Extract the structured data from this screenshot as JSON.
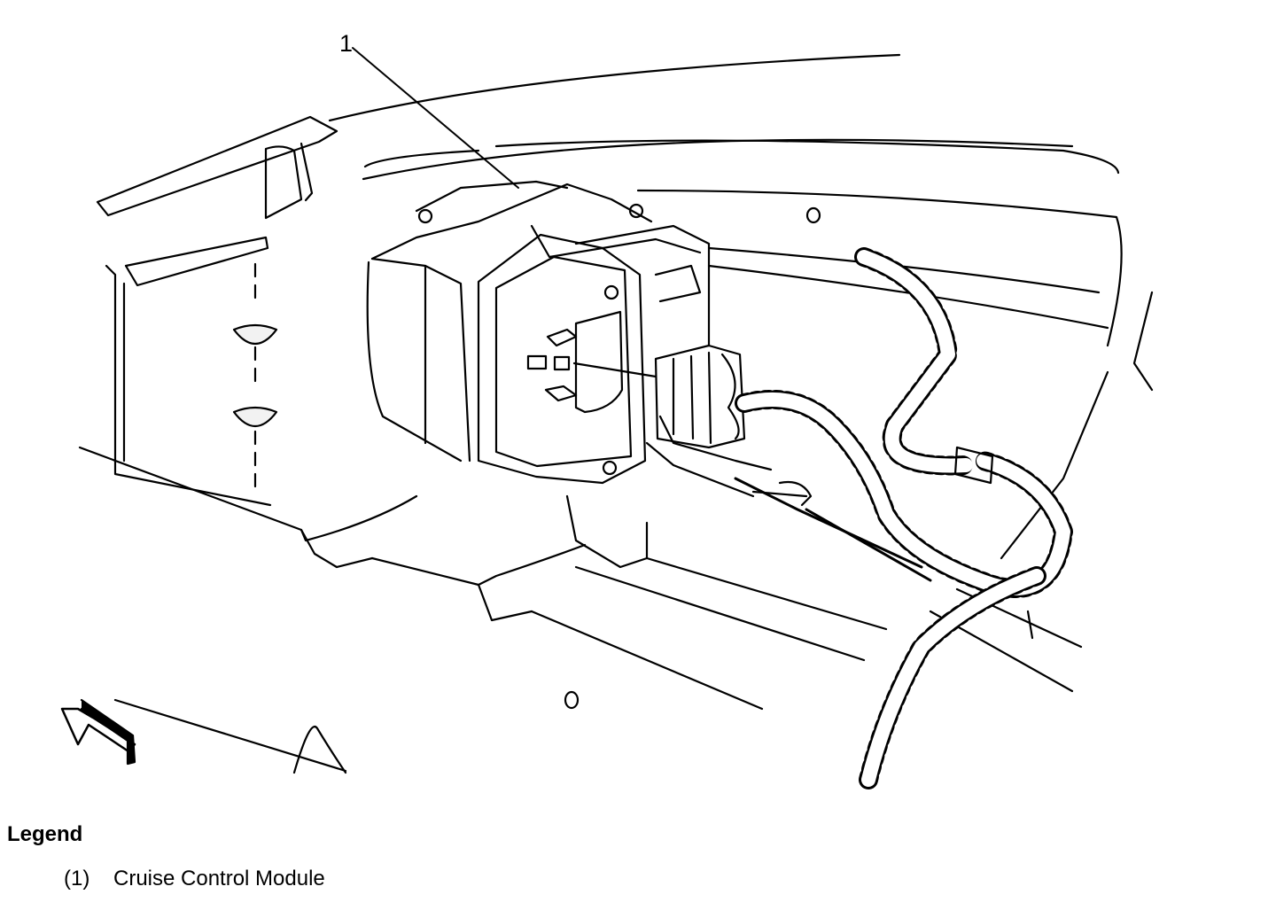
{
  "callout": "1",
  "legend": {
    "title": "Legend",
    "items": [
      {
        "number": "(1)",
        "label": "Cruise Control Module"
      }
    ]
  }
}
